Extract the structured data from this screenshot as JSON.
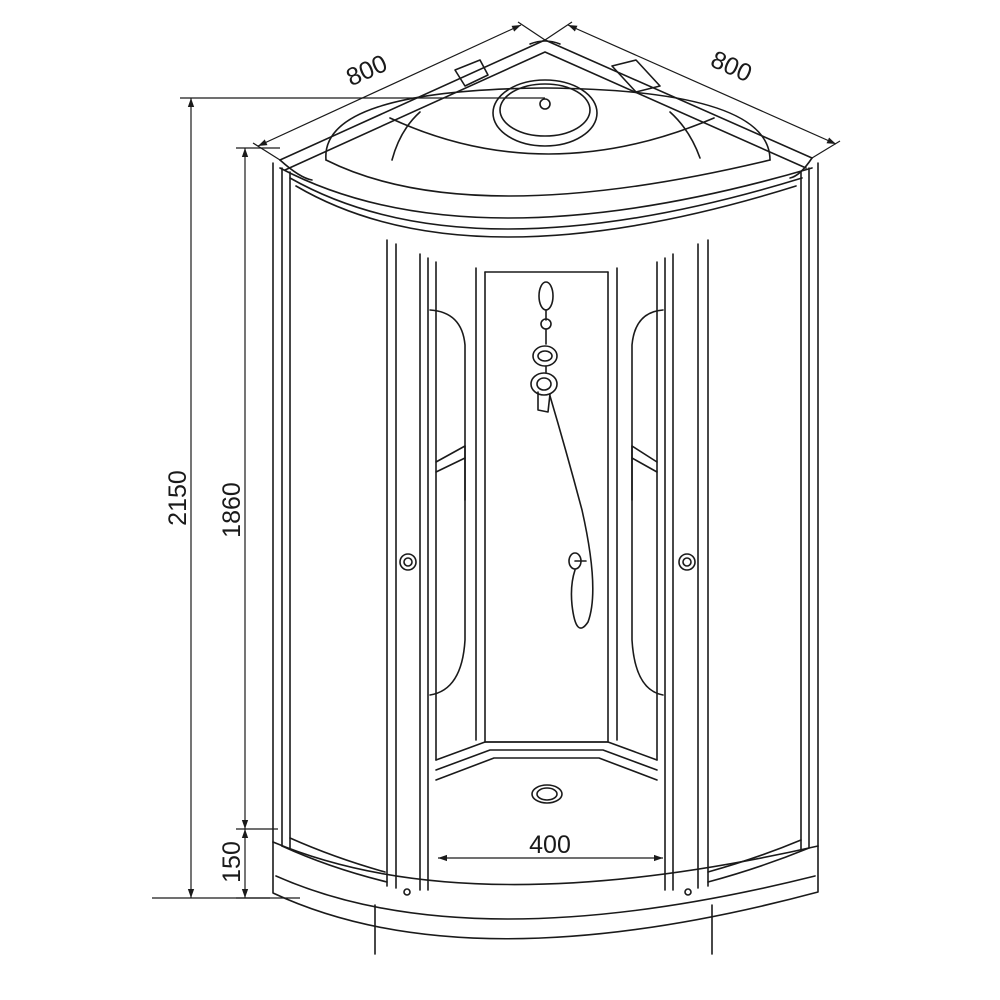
{
  "dimensions": {
    "top_left_width": "800",
    "top_right_width": "800",
    "total_height": "2150",
    "cabin_height": "1860",
    "tray_height": "150",
    "door_opening": "400"
  },
  "colors": {
    "line": "#1a1a1a",
    "background": "#ffffff"
  }
}
